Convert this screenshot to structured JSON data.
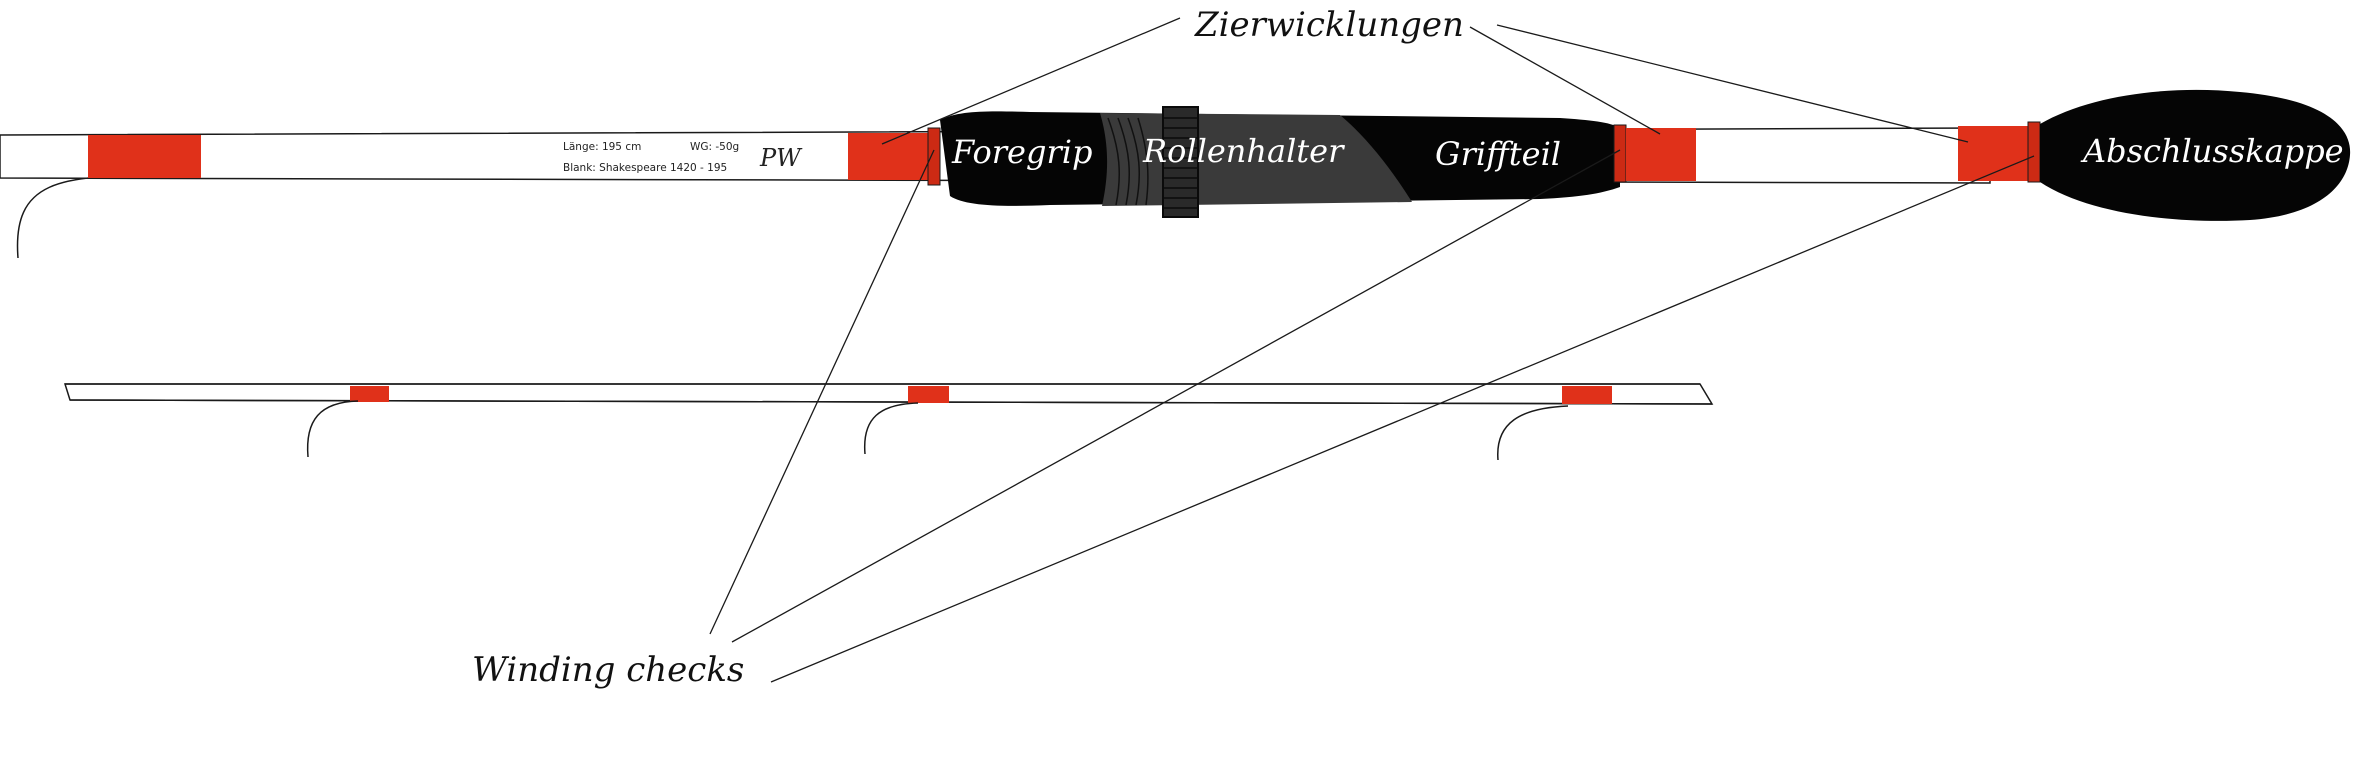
{
  "colors": {
    "wrap": "#e0311a",
    "blank": "#ffffff",
    "outline": "#1a1a1a",
    "grip": "#050505",
    "reel_seat": "#3a3a3a"
  },
  "labels": {
    "zierwicklungen": "Zierwicklungen",
    "foregrip": "Foregrip",
    "rollenhalter": "Rollenhalter",
    "griffteil": "Griffteil",
    "abschlusskappe": "Abschlusskappe",
    "winding_checks": "Winding checks"
  },
  "blank_inscription": {
    "line1": "Länge: 195 cm",
    "weight": "WG: -50g",
    "line2": "Blank: Shakespeare 1420 - 195",
    "signature": "PW"
  }
}
